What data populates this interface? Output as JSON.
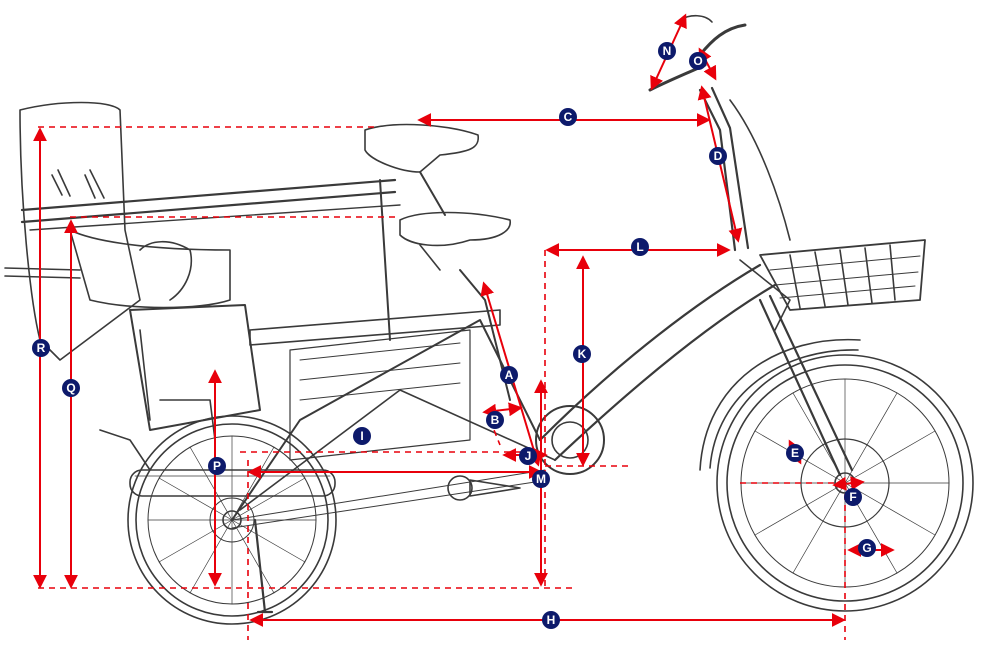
{
  "diagram": {
    "subject": "bike-line-drawing",
    "colors": {
      "measure": "#e8000b",
      "badge_fill": "#0d1a6b",
      "badge_text": "#ffffff",
      "sketch": "#3a3a3a"
    },
    "labels": {
      "A": "A",
      "B": "B",
      "C": "C",
      "D": "D",
      "E": "E",
      "F": "F",
      "G": "G",
      "H": "H",
      "I": "I",
      "J": "J",
      "K": "K",
      "L": "L",
      "M": "M",
      "N": "N",
      "O": "O",
      "P": "P",
      "Q": "Q",
      "R": "R"
    }
  }
}
